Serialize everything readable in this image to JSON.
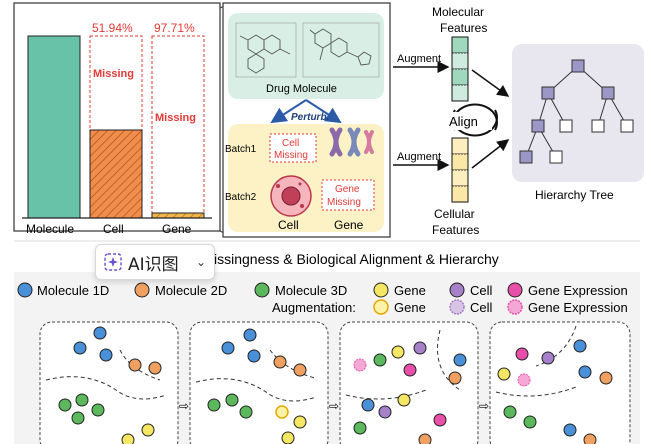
{
  "bar_panel": {
    "categories": [
      "Molecule",
      "Cell",
      "Gene"
    ],
    "percents": [
      "51.94%",
      "97.71%"
    ],
    "missing_label": "Missing"
  },
  "drug": {
    "label": "Drug Molecule",
    "perturb": "Perturb."
  },
  "batches": {
    "batch1": "Batch1",
    "batch2": "Batch2",
    "cell_missing": [
      "Cell",
      "Missing"
    ],
    "gene_missing": [
      "Gene",
      "Missing"
    ],
    "cell": "Cell",
    "gene": "Gene"
  },
  "alignment": {
    "molecular_features": [
      "Molecular",
      "Features"
    ],
    "cellular_features": [
      "Cellular",
      "Features"
    ],
    "augment": "Augment",
    "align": "Align",
    "hierarchy_tree": "Hierarchy Tree"
  },
  "caption": "issingness & Biological Alignment & Hierarchy",
  "toolbar": {
    "label": "AI识图",
    "chevron": "⌄"
  },
  "legend": {
    "row1": [
      "Molecule 1D",
      "Molecule 2D",
      "Molecule 3D",
      "Gene",
      "Cell",
      "Gene Expression"
    ],
    "augmentation": "Augmentation:",
    "row2": [
      "Gene",
      "Cell",
      "Gene Expression"
    ]
  },
  "colors": {
    "molecule": "#67c2a7",
    "cell_bar": "#f08c4c",
    "gene_bar": "#f0b64c",
    "missing": "#e53935",
    "molecule1d": "#4a90d9",
    "molecule2d": "#f0a060",
    "molecule3d": "#5cb85c",
    "gene": "#f5e663",
    "cell": "#a680c8",
    "gene_expr": "#e84fa8",
    "panel_green": "#d9efe5",
    "panel_yellow": "#fcf2c6",
    "tree_bg": "#e8e6ee",
    "node": "#9b98c8"
  }
}
